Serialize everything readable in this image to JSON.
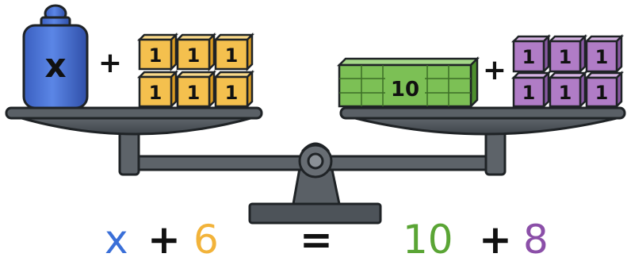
{
  "left_pan": {
    "weight_label": "x",
    "plus": "+",
    "cubes": [
      "1",
      "1",
      "1",
      "1",
      "1",
      "1"
    ]
  },
  "right_pan": {
    "rod_label": "10",
    "plus": "+",
    "cubes": [
      "1",
      "1",
      "1",
      "1",
      "1",
      "1"
    ]
  },
  "equation": {
    "variable": "x",
    "plus1": "+",
    "term1": "6",
    "equals": "=",
    "term2": "10",
    "plus2": "+",
    "term3": "8"
  },
  "colors": {
    "variable": "#3a6fd8",
    "term1": "#f2b33a",
    "term2": "#5aa535",
    "term3": "#8b4fa8",
    "operator": "#111111",
    "weight": "#4a72d6",
    "cube_yellow": "#f4c04e",
    "cube_purple": "#b07cc6",
    "rod_green": "#7cc055",
    "scale": "#4d5359"
  }
}
